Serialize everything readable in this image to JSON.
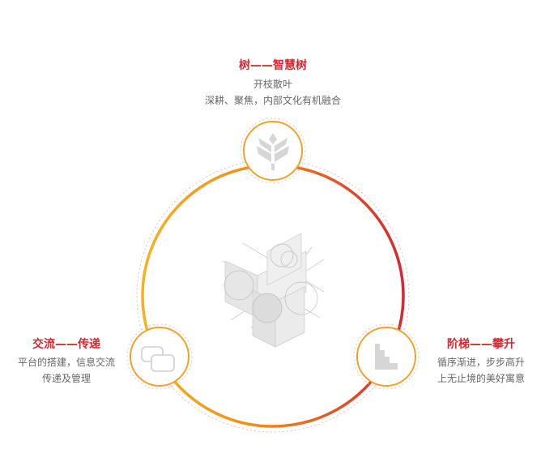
{
  "nodes": {
    "top": {
      "title": "树——智慧树",
      "desc1": "开枝散叶",
      "desc2": "深耕、聚焦，内部文化有机融合",
      "icon": "wheat-icon"
    },
    "left": {
      "title": "交流——传递",
      "desc1": "平台的搭建，信息交流",
      "desc2": "传递及管理",
      "icon": "chat-bubbles-icon"
    },
    "right": {
      "title": "阶梯——攀升",
      "desc1": "循序渐进，步步高升",
      "desc2": "上无止境的美好寓意",
      "icon": "stairs-icon"
    }
  },
  "colors": {
    "accent_red": "#d8262f",
    "accent_orange": "#f29b1d",
    "icon_gray": "#d6d6d6",
    "text_gray": "#666666"
  }
}
